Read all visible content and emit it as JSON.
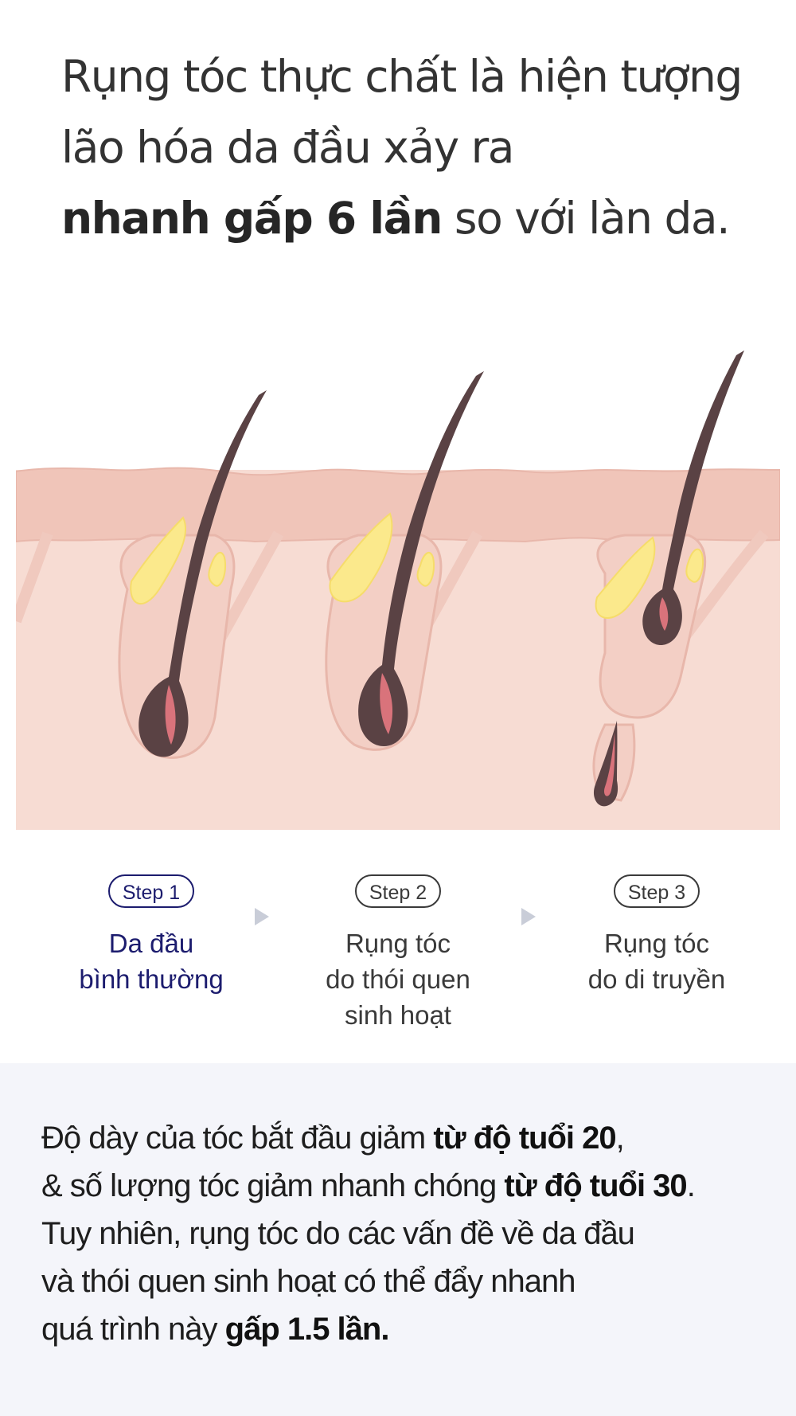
{
  "headline": {
    "line1": "Rụng tóc thực chất là hiện tượng",
    "line2": "lão hóa da đầu xảy ra",
    "line3_bold": "nhanh gấp 6 lần",
    "line3_rest": " so với làn da."
  },
  "illustration": {
    "icon": "hair-follicle-stages-illustration"
  },
  "steps": [
    {
      "badge": "Step 1",
      "lines": [
        "Da đầu",
        "bình thường"
      ],
      "active": true
    },
    {
      "badge": "Step 2",
      "lines": [
        "Rụng tóc",
        "do thói quen",
        "sinh hoạt"
      ],
      "active": false
    },
    {
      "badge": "Step 3",
      "lines": [
        "Rụng tóc",
        "do di truyền"
      ],
      "active": false
    }
  ],
  "bottom": {
    "l1_a": "Độ dày của tóc bắt đầu giảm ",
    "l1_b": "từ độ tuổi 20",
    "l1_c": ",",
    "l2_a": "& số lượng tóc giảm nhanh chóng ",
    "l2_b": "từ độ tuổi 30",
    "l2_c": ".",
    "l3": "Tuy nhiên, rụng tóc do các vấn đề về da đầu",
    "l4": "và thói quen sinh hoạt có thể đẩy nhanh",
    "l5_a": "quá trình này ",
    "l5_b": "gấp 1.5 lần."
  },
  "colors": {
    "skin_top": "#f0c5b9",
    "skin_body": "#f7dcd3",
    "hair": "#5a4244",
    "root": "#d9737b",
    "sebum": "#fbe98c",
    "active_step": "#1c1c6e",
    "bottom_bg": "#f4f5fa"
  }
}
